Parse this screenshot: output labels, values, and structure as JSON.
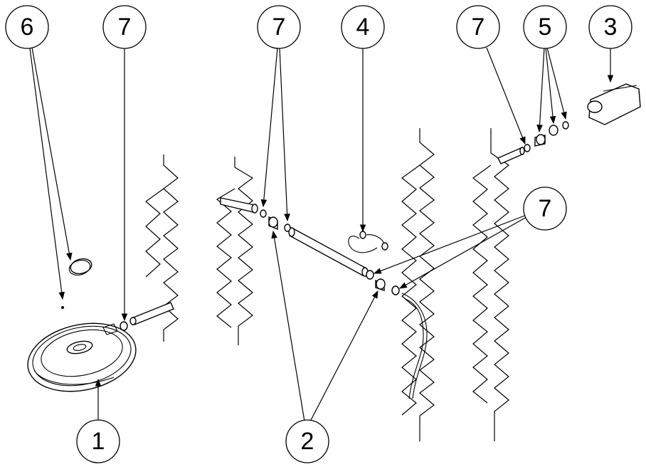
{
  "diagram": {
    "callouts": [
      {
        "label": "6"
      },
      {
        "label": "7"
      },
      {
        "label": "7"
      },
      {
        "label": "4"
      },
      {
        "label": "7"
      },
      {
        "label": "5"
      },
      {
        "label": "3"
      },
      {
        "label": "7"
      },
      {
        "label": "1"
      },
      {
        "label": "2"
      }
    ]
  }
}
